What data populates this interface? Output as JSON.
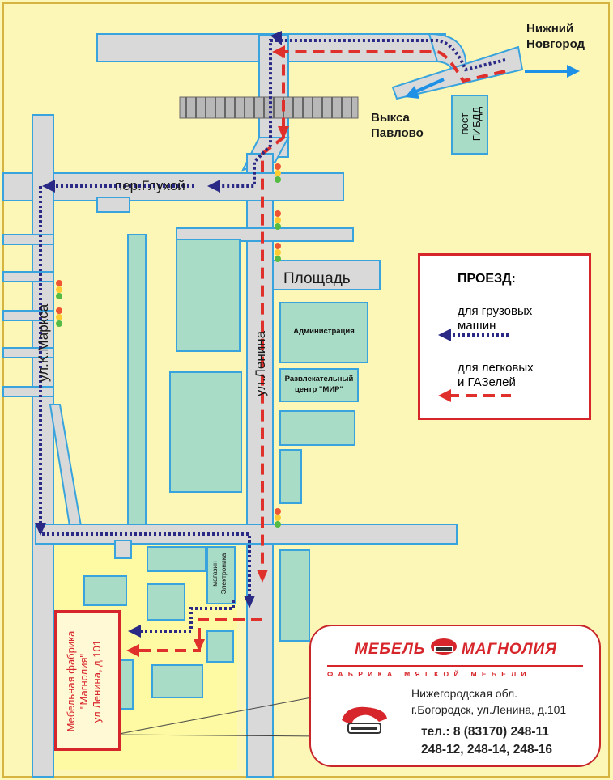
{
  "colors": {
    "background": "#fdf7b7",
    "road": "#d9d9d9",
    "road_edge": "#38a3dd",
    "building": "#a9dcc7",
    "route_red": "#e0302b",
    "route_blue": "#2a2a86",
    "arrow_blue": "#1e90e6"
  },
  "destinations": {
    "nizhny": "Нижний\nНовгород",
    "vyksa_line1": "Выкса",
    "vyksa_line2": "Павлово",
    "post_line1": "пост",
    "post_line2": "ГИБДД"
  },
  "streets": {
    "glukhoy": "пер.Глухой",
    "lenina": "ул.Ленина",
    "marksa": "ул.К.Маркса",
    "ploshchad": "Площадь"
  },
  "buildings": {
    "admin": "Администрация",
    "mir_line1": "Развлекательный",
    "mir_line2": "центр \"МИР\"",
    "shop_line1": "магазин",
    "shop_line2": "Электроника"
  },
  "legend": {
    "title": "ПРОЕЗД:",
    "trucks_line1": "для  грузовых",
    "trucks_line2": "машин",
    "cars_line1": "для  легковых",
    "cars_line2": "и  ГАЗелей"
  },
  "factory": {
    "line1": "Мебельная фабрика",
    "line2": "\"Магнолия\"",
    "line3": "ул.Ленина, д.101"
  },
  "card": {
    "brand_left": "МЕБЕЛЬ",
    "brand_right": "МАГНОЛИЯ",
    "tagline": "ФАБРИКА МЯГКОЙ МЕБЕЛИ",
    "address_line1": "Нижегородская обл.",
    "address_line2": "г.Богородск, ул.Ленина, д.101",
    "phone_line1": "тел.: 8 (83170) 248-11",
    "phone_line2": "248-12, 248-14, 248-16"
  }
}
